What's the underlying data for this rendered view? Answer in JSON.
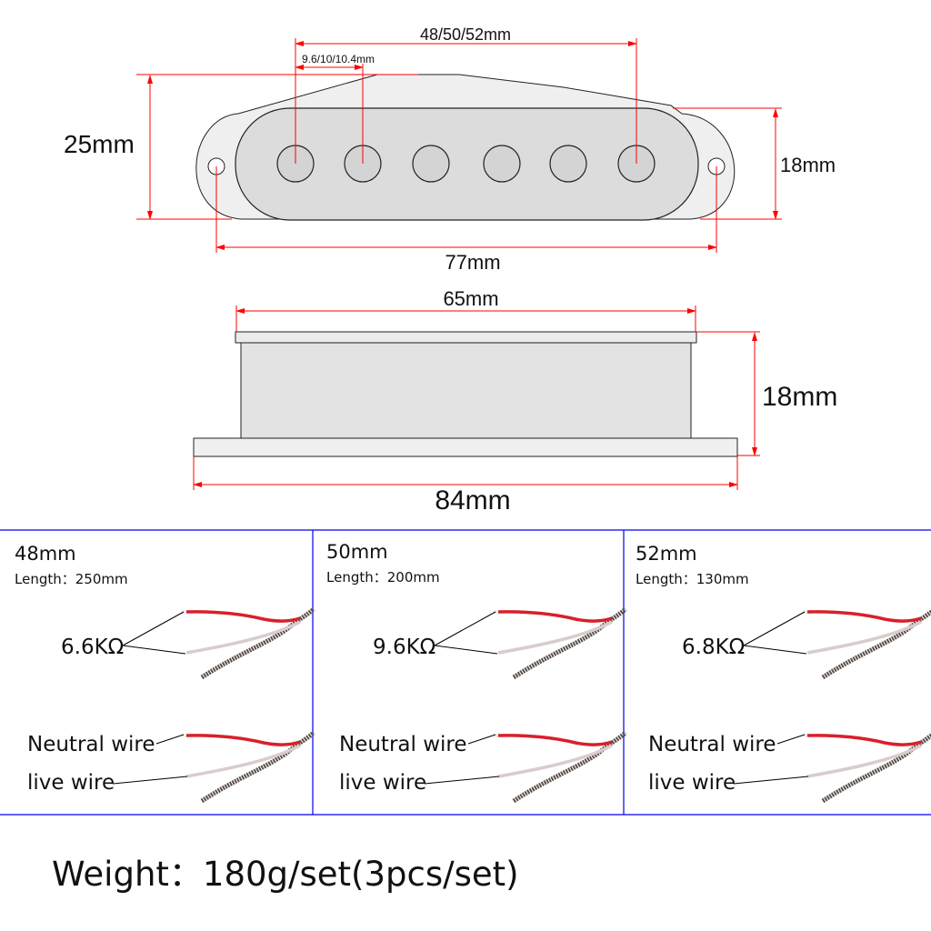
{
  "top_view": {
    "pole_span": "48/50/52mm",
    "pole_spacing": "9.6/10/10.4mm",
    "height": "25mm",
    "cover_height": "18mm",
    "mount_span": "77mm"
  },
  "side_view": {
    "cover_length": "65mm",
    "height": "18mm",
    "base_length": "84mm"
  },
  "panels": [
    {
      "size": "48mm",
      "length": "Length：250mm",
      "resistance": "6.6KΩ",
      "neutral": "Neutral wire",
      "live": "live wire"
    },
    {
      "size": "50mm",
      "length": "Length：200mm",
      "resistance": "9.6KΩ",
      "neutral": "Neutral wire",
      "live": "live wire"
    },
    {
      "size": "52mm",
      "length": "Length：130mm",
      "resistance": "6.8KΩ",
      "neutral": "Neutral wire",
      "live": "live wire"
    }
  ],
  "weight": "Weight：180g/set(3pcs/set)",
  "colors": {
    "dimension": "#ff0000",
    "divider": "#0000ee",
    "red_wire": "#d8202a",
    "white_wire": "#d9cccc",
    "ground_wire": "#5a4f48"
  }
}
